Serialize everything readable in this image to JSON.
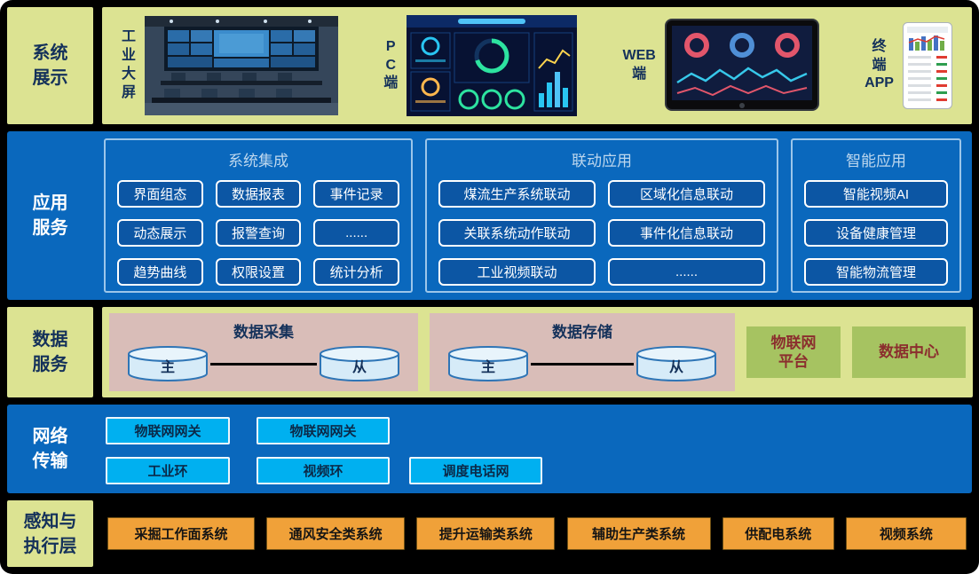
{
  "display": {
    "label": "系统\n展示",
    "items": [
      {
        "name": "工\n业\n大\n屏",
        "image": "control-room-photo"
      },
      {
        "name": "P\nC\n端",
        "image": "pc-dashboard-screenshot"
      },
      {
        "name": "WEB\n端",
        "image": "tablet-dashboard-photo"
      },
      {
        "name": "终\n端\nAPP",
        "image": "mobile-app-screenshot"
      }
    ]
  },
  "app": {
    "label": "应用\n服务",
    "groups": [
      {
        "title": "系统集成",
        "items": [
          "界面组态",
          "数据报表",
          "事件记录",
          "动态展示",
          "报警查询",
          "......",
          "趋势曲线",
          "权限设置",
          "统计分析"
        ]
      },
      {
        "title": "联动应用",
        "items": [
          "煤流生产系统联动",
          "区域化信息联动",
          "关联系统动作联动",
          "事件化信息联动",
          "工业视频联动",
          "......"
        ]
      },
      {
        "title": "智能应用",
        "items": [
          "智能视频AI",
          "设备健康管理",
          "智能物流管理"
        ]
      }
    ]
  },
  "dataService": {
    "label": "数据\n服务",
    "collection": {
      "title": "数据采集",
      "primary": "主",
      "secondary": "从"
    },
    "storage": {
      "title": "数据存储",
      "primary": "主",
      "secondary": "从"
    },
    "iot_platform": "物联网\n平台",
    "data_center": "数据中心"
  },
  "network": {
    "label": "网络\n传输",
    "row1": [
      "物联网网关",
      "物联网网关"
    ],
    "row2": [
      "工业环",
      "视频环",
      "调度电话网"
    ]
  },
  "perception": {
    "label": "感知与\n执行层",
    "items": [
      "采掘工作面系统",
      "通风安全类系统",
      "提升运输类系统",
      "辅助生产类系统",
      "供配电系统",
      "视频系统"
    ]
  },
  "colors": {
    "background": "#000000",
    "layer_yellow": "#dce392",
    "layer_blue": "#0a68bd",
    "chip_blue": "#0c56a4",
    "chip_cyan": "#00b0f0",
    "chip_orange": "#f0a139",
    "db_pink": "#d9bdb8",
    "platform_green": "#a6c361",
    "platform_text_red": "#8b2e2e",
    "navy_text": "#14315a"
  }
}
